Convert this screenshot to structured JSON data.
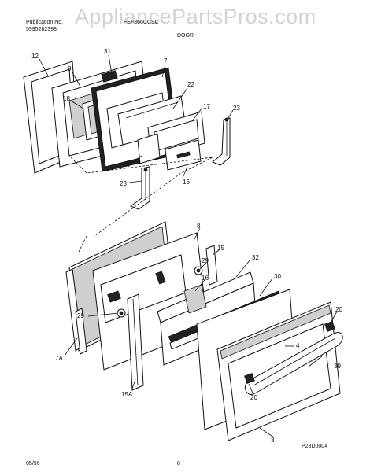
{
  "header": {
    "publication_label": "Publication No.",
    "publication_number": "5995282398",
    "model": "FEF366CCSC",
    "section": "DOOR"
  },
  "watermark": "AppliancePartsPros.com",
  "footer": {
    "date": "05/96",
    "page": "8",
    "drawing_id": "P23D0004"
  },
  "callouts": {
    "c12": "12",
    "c9": "9",
    "c31": "31",
    "c18": "18",
    "c7": "7",
    "c22": "22",
    "c17": "17",
    "c23a": "23",
    "c16a": "16",
    "c16b": "16",
    "c23b": "23",
    "c8": "8",
    "c15": "15",
    "c29a": "29",
    "c32": "32",
    "c16c": "16",
    "c30": "30",
    "c29b": "29",
    "c7a": "7A",
    "c4": "4",
    "c20a": "20",
    "c39": "39",
    "c20b": "20",
    "c15a": "15A",
    "c3": "3"
  }
}
